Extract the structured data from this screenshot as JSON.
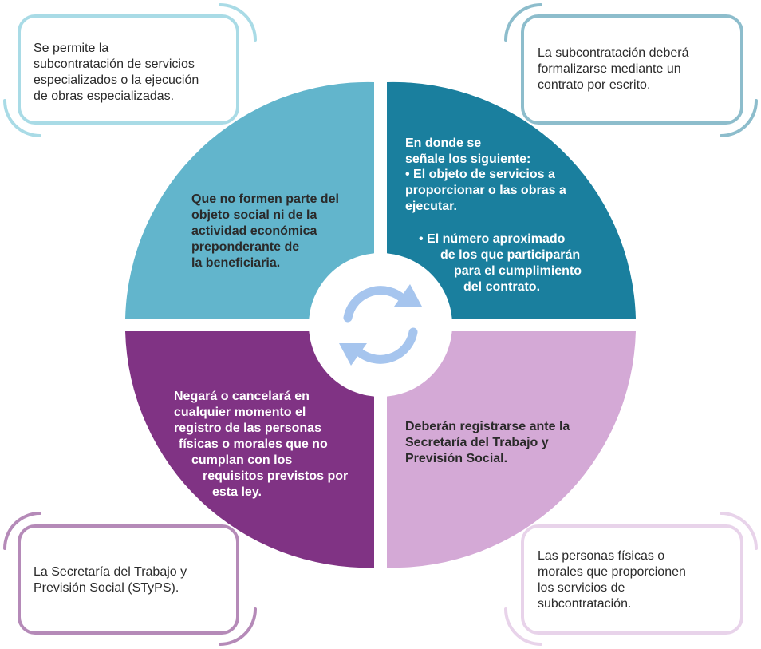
{
  "colors": {
    "top_left": "#62b5cc",
    "top_right": "#1a7f9e",
    "bottom_left": "#803384",
    "bottom_right": "#d4a9d6",
    "center_icon": "#a6c5ee",
    "box_tl": "#a9dbe6",
    "box_tr": "#8dbdcc",
    "box_bl": "#b58ab8",
    "box_br": "#e8d3ea"
  },
  "center": {
    "icon": "refresh-cycle-icon"
  },
  "corner_boxes": {
    "top_left": [
      "Se permite la",
      "subcontratación de servicios",
      "especializados o la ejecución",
      "de obras especializadas."
    ],
    "top_right": [
      "La subcontratación deberá",
      "formalizarse mediante un",
      "contrato por escrito."
    ],
    "bottom_left": [
      "La Secretaría del Trabajo y",
      "Previsión Social (STyPS)."
    ],
    "bottom_right": [
      "Las personas físicas o",
      "morales que proporcionen",
      "los servicios de",
      "subcontratación."
    ]
  },
  "quadrants": {
    "top_left": [
      "Que no formen parte del",
      "objeto social ni de la",
      "actividad económica",
      "preponderante de",
      "la beneficiaria."
    ],
    "top_right": {
      "intro": [
        "En donde se",
        "señale los siguiente:"
      ],
      "bullet1": [
        "•  El objeto de servicios a",
        "proporcionar o las obras a",
        "ejecutar."
      ],
      "bullet2": [
        "•  El número aproximado",
        "de los que participarán",
        "para el cumplimiento",
        "del contrato."
      ]
    },
    "bottom_left": [
      "Negará o cancelará en",
      "cualquier momento el",
      "registro de las personas",
      "físicas o morales que no",
      "cumplan con los",
      "requisitos previstos por",
      "esta ley."
    ],
    "bottom_right": [
      "Deberán registrarse ante la",
      "Secretaría del Trabajo y",
      "Previsión Social."
    ]
  }
}
